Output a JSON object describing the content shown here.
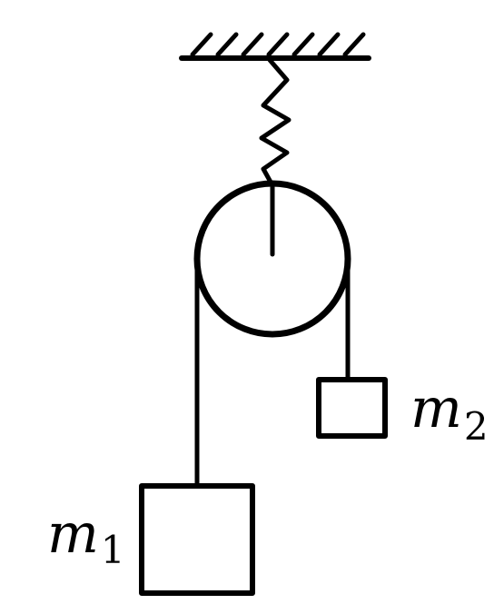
{
  "labels": {
    "mass1_symbol": "m",
    "mass1_subscript": "1",
    "mass2_symbol": "m",
    "mass2_subscript": "2"
  },
  "colors": {
    "ink": "#000000",
    "background": "#ffffff"
  }
}
